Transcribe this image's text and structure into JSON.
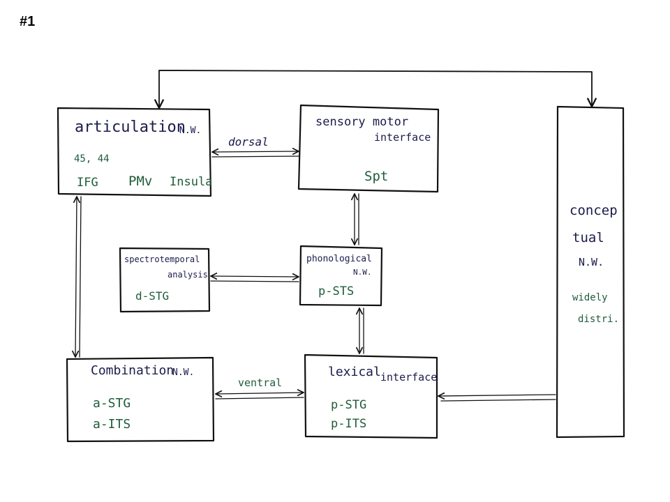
{
  "slide_number": "#1",
  "colors": {
    "text_dark": "#1b1b4b",
    "text_green": "#1f5c3a",
    "stroke": "#111111"
  },
  "boxes": {
    "articulation": {
      "title": "articulation",
      "suffix": "N.W.",
      "areas_numbers": "45, 44",
      "area_1": "IFG",
      "area_2": "PMv",
      "area_3": "Insula"
    },
    "sensory_motor": {
      "title_1": "sensory motor",
      "title_2": "interface",
      "area": "Spt"
    },
    "conceptual": {
      "title_1": "concep",
      "title_2": "tual",
      "title_3": "N.W.",
      "note_1": "widely",
      "note_2": "distri."
    },
    "spectrotemporal": {
      "title_1": "spectrotemporal",
      "title_2": "analysis",
      "area": "d-STG"
    },
    "phonological": {
      "title_1": "phonological",
      "title_2": "N.W.",
      "area": "p-STS"
    },
    "combination": {
      "title": "Combination",
      "suffix": "N.W.",
      "area_1": "a-STG",
      "area_2": "a-ITS"
    },
    "lexical": {
      "title_1": "lexical",
      "title_2": "interface",
      "area_1": "p-STG",
      "area_2": "p-ITS"
    }
  },
  "stream_labels": {
    "dorsal": "dorsal",
    "ventral": "ventral"
  }
}
